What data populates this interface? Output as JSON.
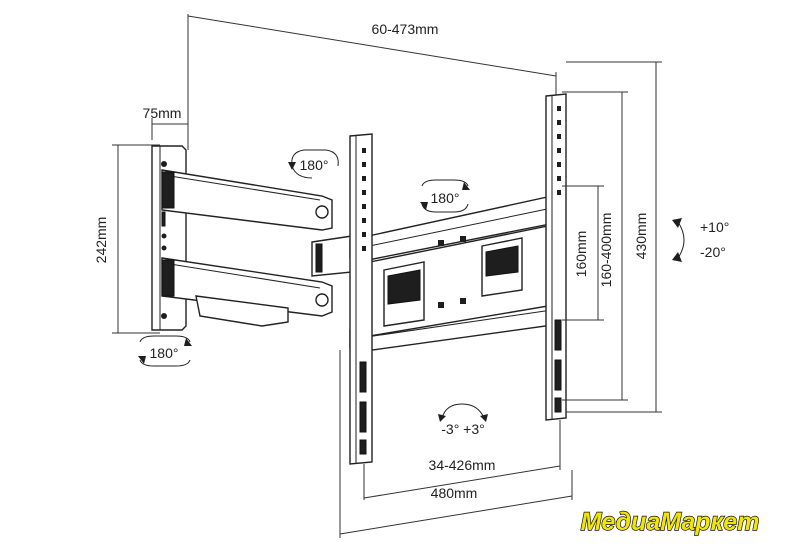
{
  "labels": {
    "width_range": "60-473mm",
    "wall_plate_width": "75mm",
    "wall_plate_height": "242mm",
    "vesa_vertical_min": "160mm",
    "vesa_vertical_range": "160-400mm",
    "total_height": "430mm",
    "vesa_horizontal_range": "34-426mm",
    "total_width": "480mm",
    "tilt_up": "+10°",
    "tilt_down": "-20°",
    "rotation_top": "180°",
    "rotation_arm": "180°",
    "rotation_bottom": "180°",
    "level_adjust": "-3° +3°"
  },
  "brand": {
    "name": "МедиаМаркет",
    "fill_color": "#f2e600",
    "outline_color": "#111111"
  }
}
